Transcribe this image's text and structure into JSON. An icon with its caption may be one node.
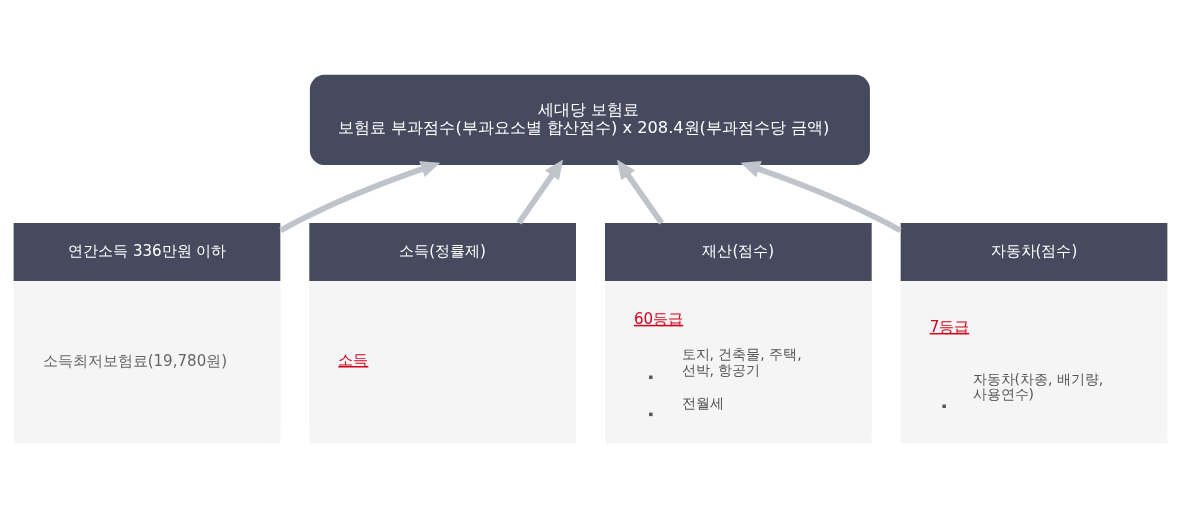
{
  "diagram": {
    "nodes": [
      {
        "text": [
          "세대당 보험료",
          "보험료 부과점수(부과요소별 합산점수) x 208.4원(부과점수당 금액)"
        ]
      },
      {
        "text": [
          "연간소득 336만원 이하",
          "소득최저보험료(19,780원)"
        ]
      },
      {
        "text": [
          "소득(정률제)",
          "소득"
        ]
      },
      {
        "text": [
          "재산(점수)",
          "60등급",
          "토지, 건축물, 주택, 선박, 항공기",
          "전월세"
        ]
      },
      {
        "text": [
          "자동차(점수)",
          "7등급",
          "자동차(차종, 배기량, 사용연수)"
        ]
      }
    ],
    "edges": [
      {
        "from": 1,
        "to": 0,
        "arrow": "to"
      },
      {
        "from": 2,
        "to": 0,
        "arrow": "to"
      },
      {
        "from": 3,
        "to": 0,
        "arrow": "to"
      },
      {
        "from": 4,
        "to": 0,
        "arrow": "to"
      }
    ]
  }
}
